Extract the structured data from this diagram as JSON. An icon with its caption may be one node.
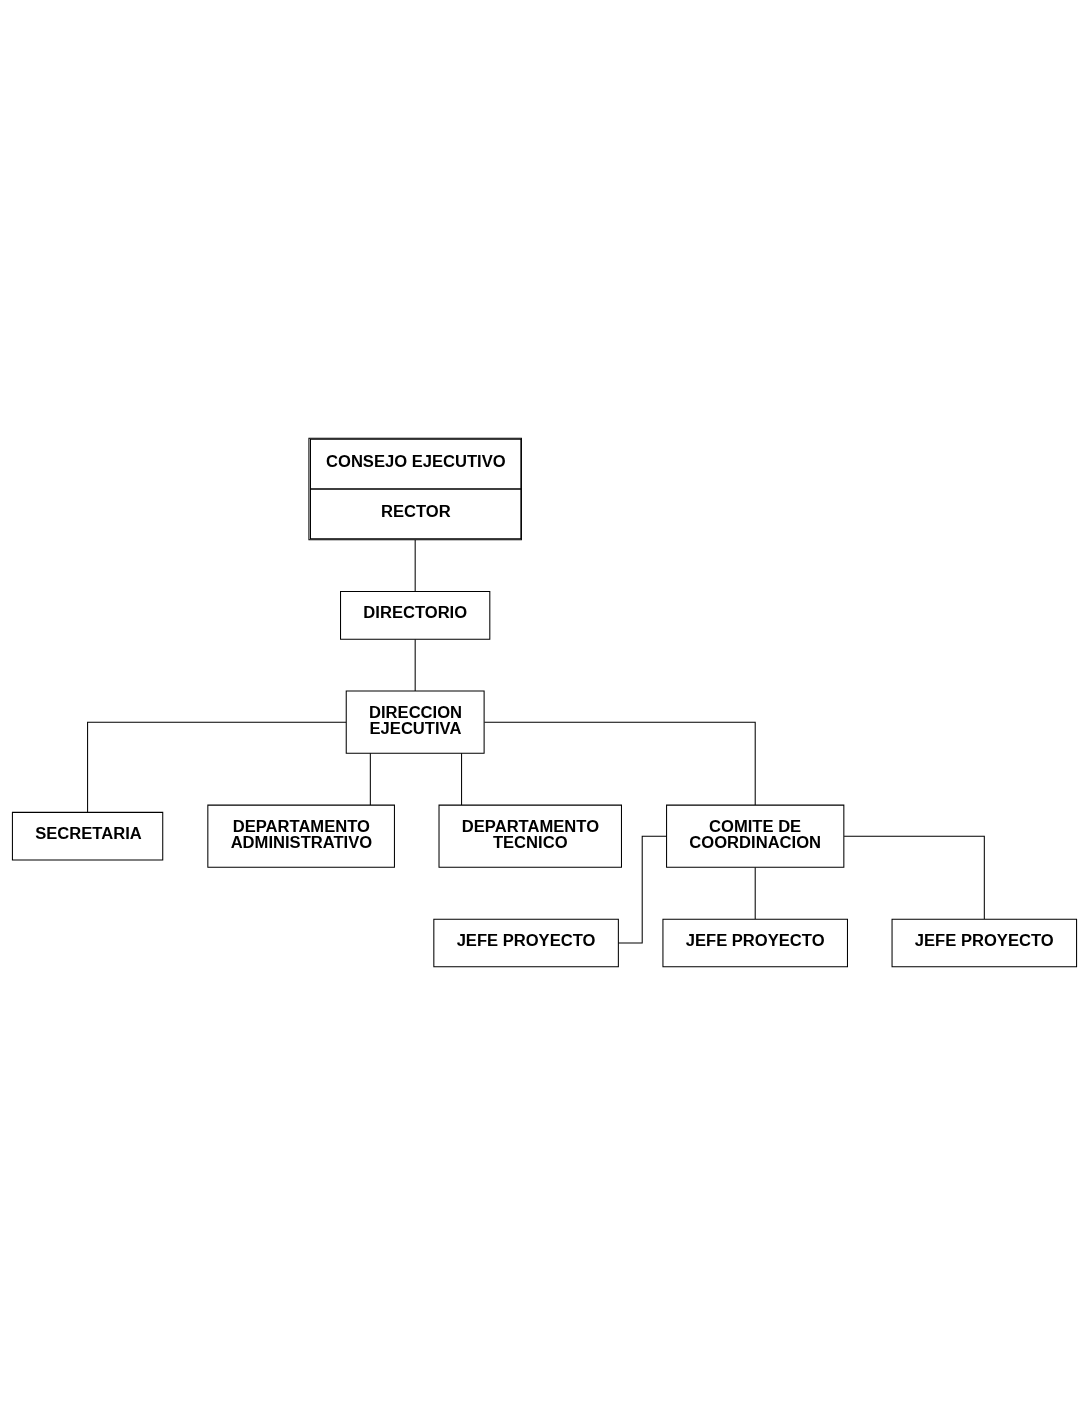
{
  "diagram": {
    "nodes": [
      {
        "text": [
          "CONSEJO EJECUTIVO",
          "RECTOR"
        ]
      },
      {
        "text": [
          "DIRECTORIO"
        ]
      },
      {
        "text": [
          "DIRECCION EJECUTIVA"
        ]
      },
      {
        "text": [
          "SECRETARIA"
        ]
      },
      {
        "text": [
          "DEPARTAMENTO ADMINISTRATIVO"
        ]
      },
      {
        "text": [
          "DEPARTAMENTO TECNICO"
        ]
      },
      {
        "text": [
          "COMITE DE COORDINACION"
        ]
      },
      {
        "text": [
          "JEFE PROYECTO"
        ]
      },
      {
        "text": [
          "JEFE PROYECTO"
        ]
      },
      {
        "text": [
          "JEFE PROYECTO"
        ]
      }
    ],
    "edges": [
      {
        "from": 0,
        "to": 1,
        "arrow": "none"
      },
      {
        "from": 1,
        "to": 2,
        "arrow": "none"
      },
      {
        "from": 2,
        "to": 3,
        "arrow": "none"
      },
      {
        "from": 2,
        "to": 4,
        "arrow": "none"
      },
      {
        "from": 2,
        "to": 5,
        "arrow": "none"
      },
      {
        "from": 2,
        "to": 6,
        "arrow": "none"
      },
      {
        "from": 6,
        "to": 7,
        "arrow": "none"
      },
      {
        "from": 6,
        "to": 8,
        "arrow": "none"
      },
      {
        "from": 6,
        "to": 9,
        "arrow": "none"
      }
    ]
  }
}
